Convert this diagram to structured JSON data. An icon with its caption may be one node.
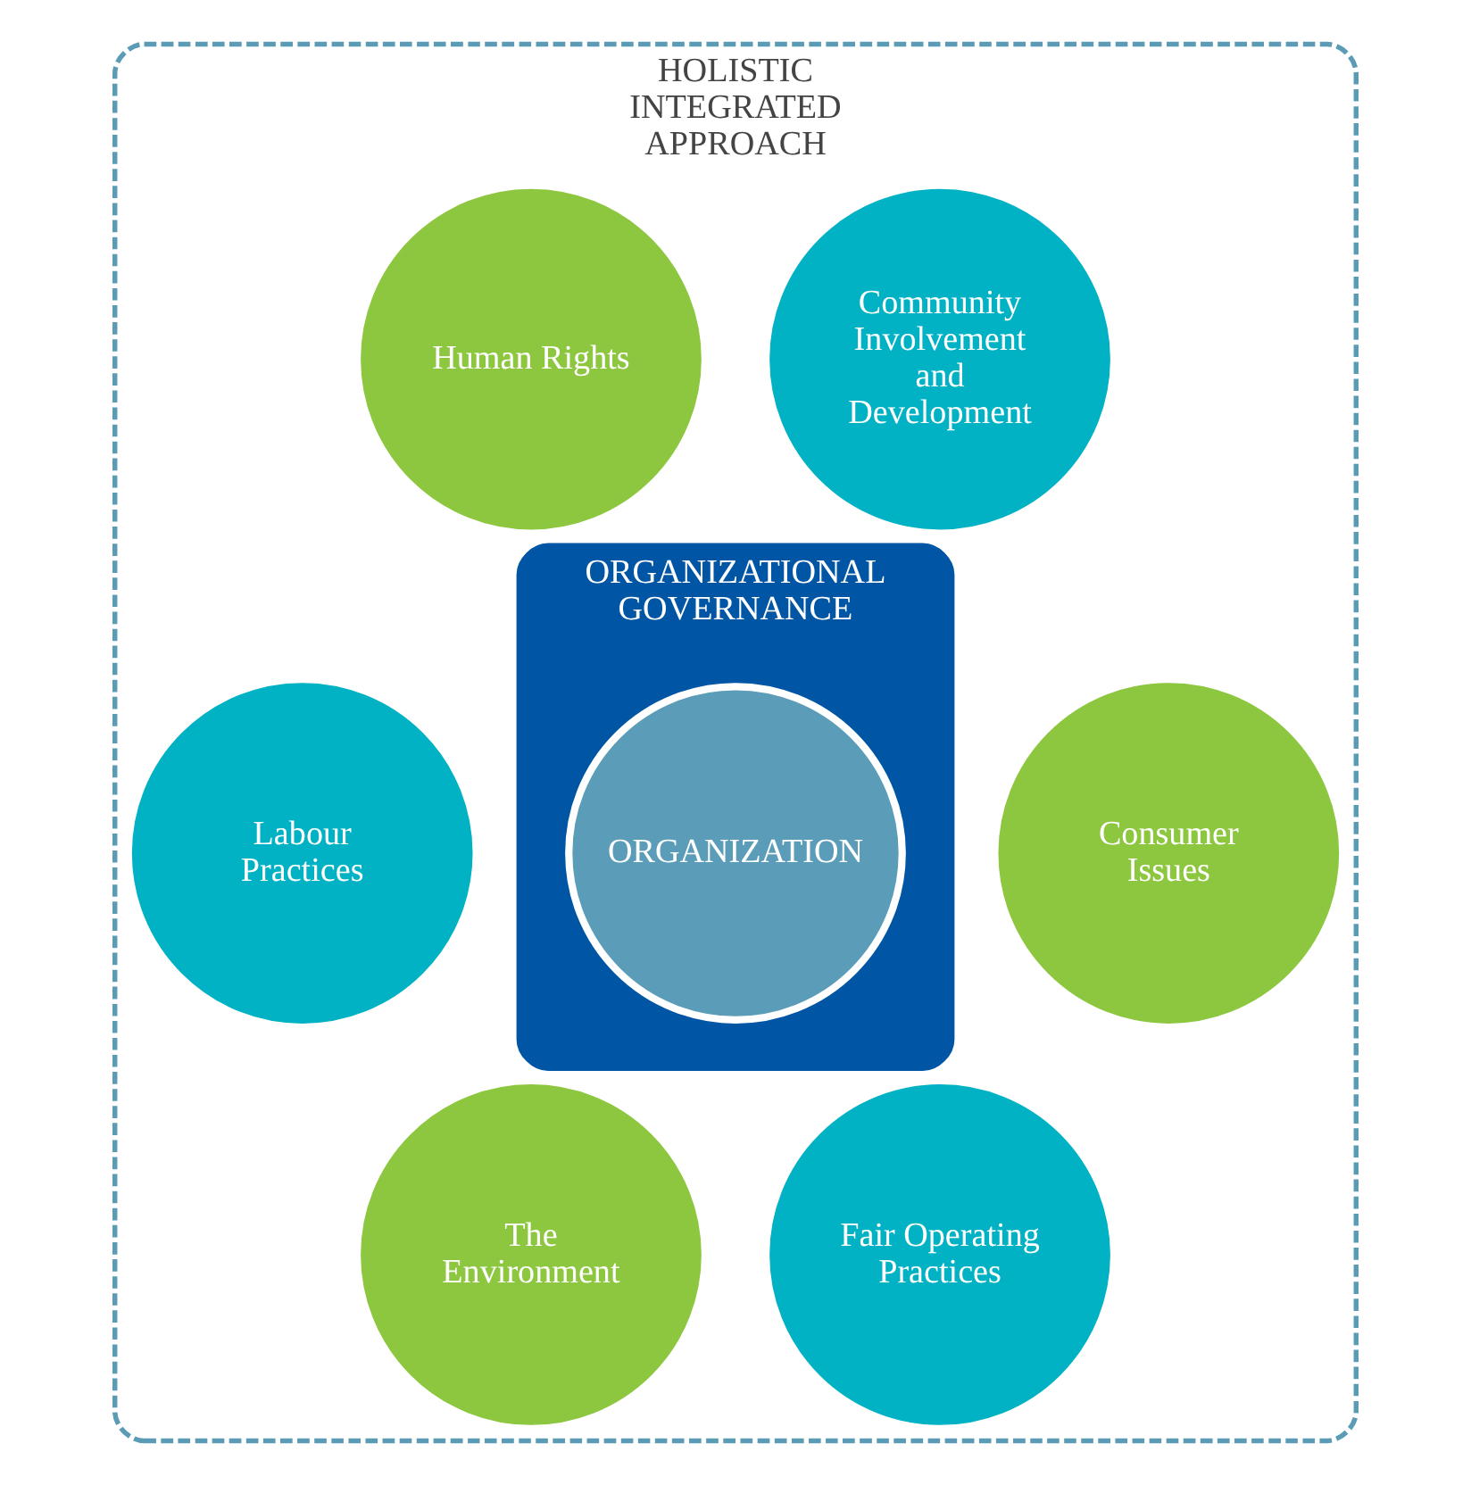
{
  "diagram": {
    "nodes": [
      {
        "text": [
          "HOLISTIC INTEGRATED APPROACH"
        ]
      },
      {
        "text": [
          "ORGANIZATIONAL",
          "GOVERNANCE"
        ],
        "in": 0
      },
      {
        "text": [
          "ORGANIZATION"
        ],
        "in": 1
      },
      {
        "text": [
          "Community Involvement and Development"
        ],
        "in": 0
      },
      {
        "text": [
          "Human Rights"
        ],
        "in": 0
      },
      {
        "text": [
          "Consumer Issues"
        ],
        "in": 0
      },
      {
        "text": [
          "Labour Practices"
        ],
        "in": 0
      },
      {
        "text": [
          "Fair Operating Practices"
        ],
        "in": 0
      },
      {
        "text": [
          "The Environment"
        ],
        "in": 0
      }
    ],
    "edges": []
  }
}
